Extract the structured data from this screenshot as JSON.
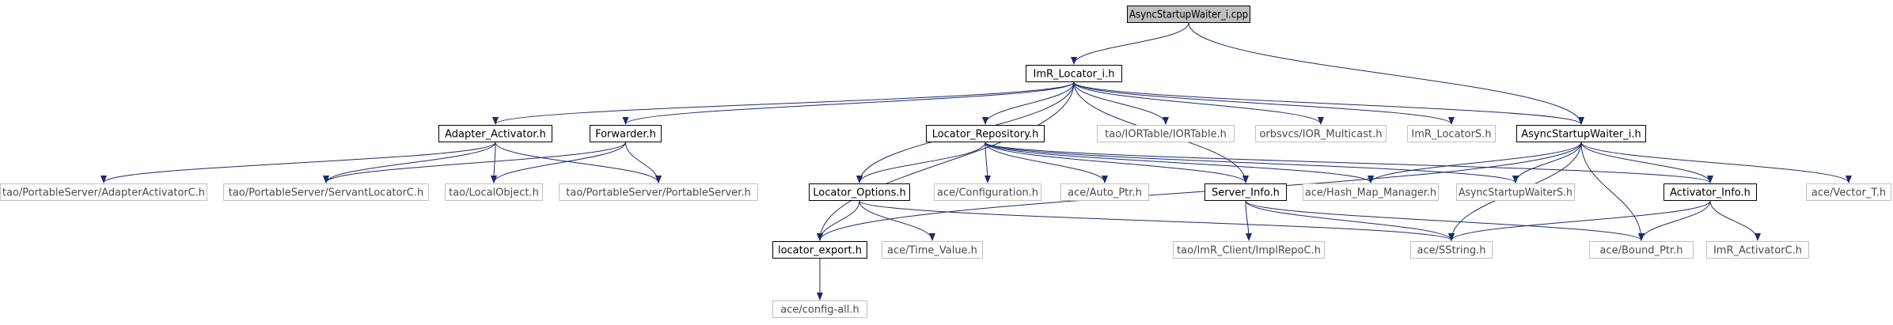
{
  "diagram": {
    "colors": {
      "edge": "#1a2a6e",
      "root_fill": "#bfbfbf",
      "solid_border": "#000000",
      "ext_border": "#c0c0c0",
      "text_main": "#000000",
      "text_ext": "#4a4a4a"
    },
    "nodes": [
      {
        "id": "n0",
        "label": "AsyncStartupWaiter_i.cpp",
        "style": "root"
      },
      {
        "id": "n1",
        "label": "ImR_Locator_i.h",
        "style": "solid"
      },
      {
        "id": "n2",
        "label": "Adapter_Activator.h",
        "style": "solid"
      },
      {
        "id": "n3",
        "label": "Forwarder.h",
        "style": "solid"
      },
      {
        "id": "n4",
        "label": "Locator_Repository.h",
        "style": "solid"
      },
      {
        "id": "n5",
        "label": "tao/IORTable/IORTable.h",
        "style": "ext"
      },
      {
        "id": "n6",
        "label": "orbsvcs/IOR_Multicast.h",
        "style": "ext"
      },
      {
        "id": "n7",
        "label": "ImR_LocatorS.h",
        "style": "ext"
      },
      {
        "id": "n8",
        "label": "AsyncStartupWaiter_i.h",
        "style": "solid"
      },
      {
        "id": "n9",
        "label": "tao/PortableServer/AdapterActivatorC.h",
        "style": "ext"
      },
      {
        "id": "n10",
        "label": "tao/PortableServer/ServantLocatorC.h",
        "style": "ext"
      },
      {
        "id": "n11",
        "label": "tao/LocalObject.h",
        "style": "ext"
      },
      {
        "id": "n12",
        "label": "tao/PortableServer/PortableServer.h",
        "style": "ext"
      },
      {
        "id": "n13",
        "label": "Locator_Options.h",
        "style": "solid"
      },
      {
        "id": "n14",
        "label": "ace/Configuration.h",
        "style": "ext"
      },
      {
        "id": "n15",
        "label": "ace/Auto_Ptr.h",
        "style": "ext"
      },
      {
        "id": "n16",
        "label": "Server_Info.h",
        "style": "solid"
      },
      {
        "id": "n17",
        "label": "ace/Hash_Map_Manager.h",
        "style": "ext"
      },
      {
        "id": "n18",
        "label": "AsyncStartupWaiterS.h",
        "style": "ext"
      },
      {
        "id": "n19",
        "label": "Activator_Info.h",
        "style": "solid"
      },
      {
        "id": "n20",
        "label": "ace/Vector_T.h",
        "style": "ext"
      },
      {
        "id": "n21",
        "label": "locator_export.h",
        "style": "solid"
      },
      {
        "id": "n22",
        "label": "ace/Time_Value.h",
        "style": "ext"
      },
      {
        "id": "n23",
        "label": "tao/ImR_Client/ImplRepoC.h",
        "style": "ext"
      },
      {
        "id": "n24",
        "label": "ace/SString.h",
        "style": "ext"
      },
      {
        "id": "n25",
        "label": "ace/Bound_Ptr.h",
        "style": "ext"
      },
      {
        "id": "n26",
        "label": "ImR_ActivatorC.h",
        "style": "ext"
      },
      {
        "id": "n27",
        "label": "ace/config-all.h",
        "style": "ext"
      }
    ],
    "edges": [
      [
        "n0",
        "n1"
      ],
      [
        "n0",
        "n8"
      ],
      [
        "n1",
        "n2"
      ],
      [
        "n1",
        "n3"
      ],
      [
        "n1",
        "n4"
      ],
      [
        "n1",
        "n5"
      ],
      [
        "n1",
        "n6"
      ],
      [
        "n1",
        "n7"
      ],
      [
        "n1",
        "n8"
      ],
      [
        "n1",
        "n13"
      ],
      [
        "n1",
        "n16"
      ],
      [
        "n1",
        "n21"
      ],
      [
        "n2",
        "n9"
      ],
      [
        "n2",
        "n10"
      ],
      [
        "n2",
        "n11"
      ],
      [
        "n2",
        "n12"
      ],
      [
        "n3",
        "n10"
      ],
      [
        "n3",
        "n11"
      ],
      [
        "n3",
        "n12"
      ],
      [
        "n4",
        "n13"
      ],
      [
        "n4",
        "n14"
      ],
      [
        "n4",
        "n15"
      ],
      [
        "n4",
        "n16"
      ],
      [
        "n4",
        "n17"
      ],
      [
        "n4",
        "n19"
      ],
      [
        "n4",
        "n18"
      ],
      [
        "n8",
        "n18"
      ],
      [
        "n8",
        "n17"
      ],
      [
        "n8",
        "n20"
      ],
      [
        "n8",
        "n21"
      ],
      [
        "n8",
        "n24"
      ],
      [
        "n8",
        "n25"
      ],
      [
        "n8",
        "n19"
      ],
      [
        "n13",
        "n21"
      ],
      [
        "n13",
        "n22"
      ],
      [
        "n13",
        "n24"
      ],
      [
        "n16",
        "n23"
      ],
      [
        "n16",
        "n24"
      ],
      [
        "n16",
        "n25"
      ],
      [
        "n19",
        "n24"
      ],
      [
        "n19",
        "n25"
      ],
      [
        "n19",
        "n26"
      ],
      [
        "n21",
        "n27"
      ]
    ]
  }
}
